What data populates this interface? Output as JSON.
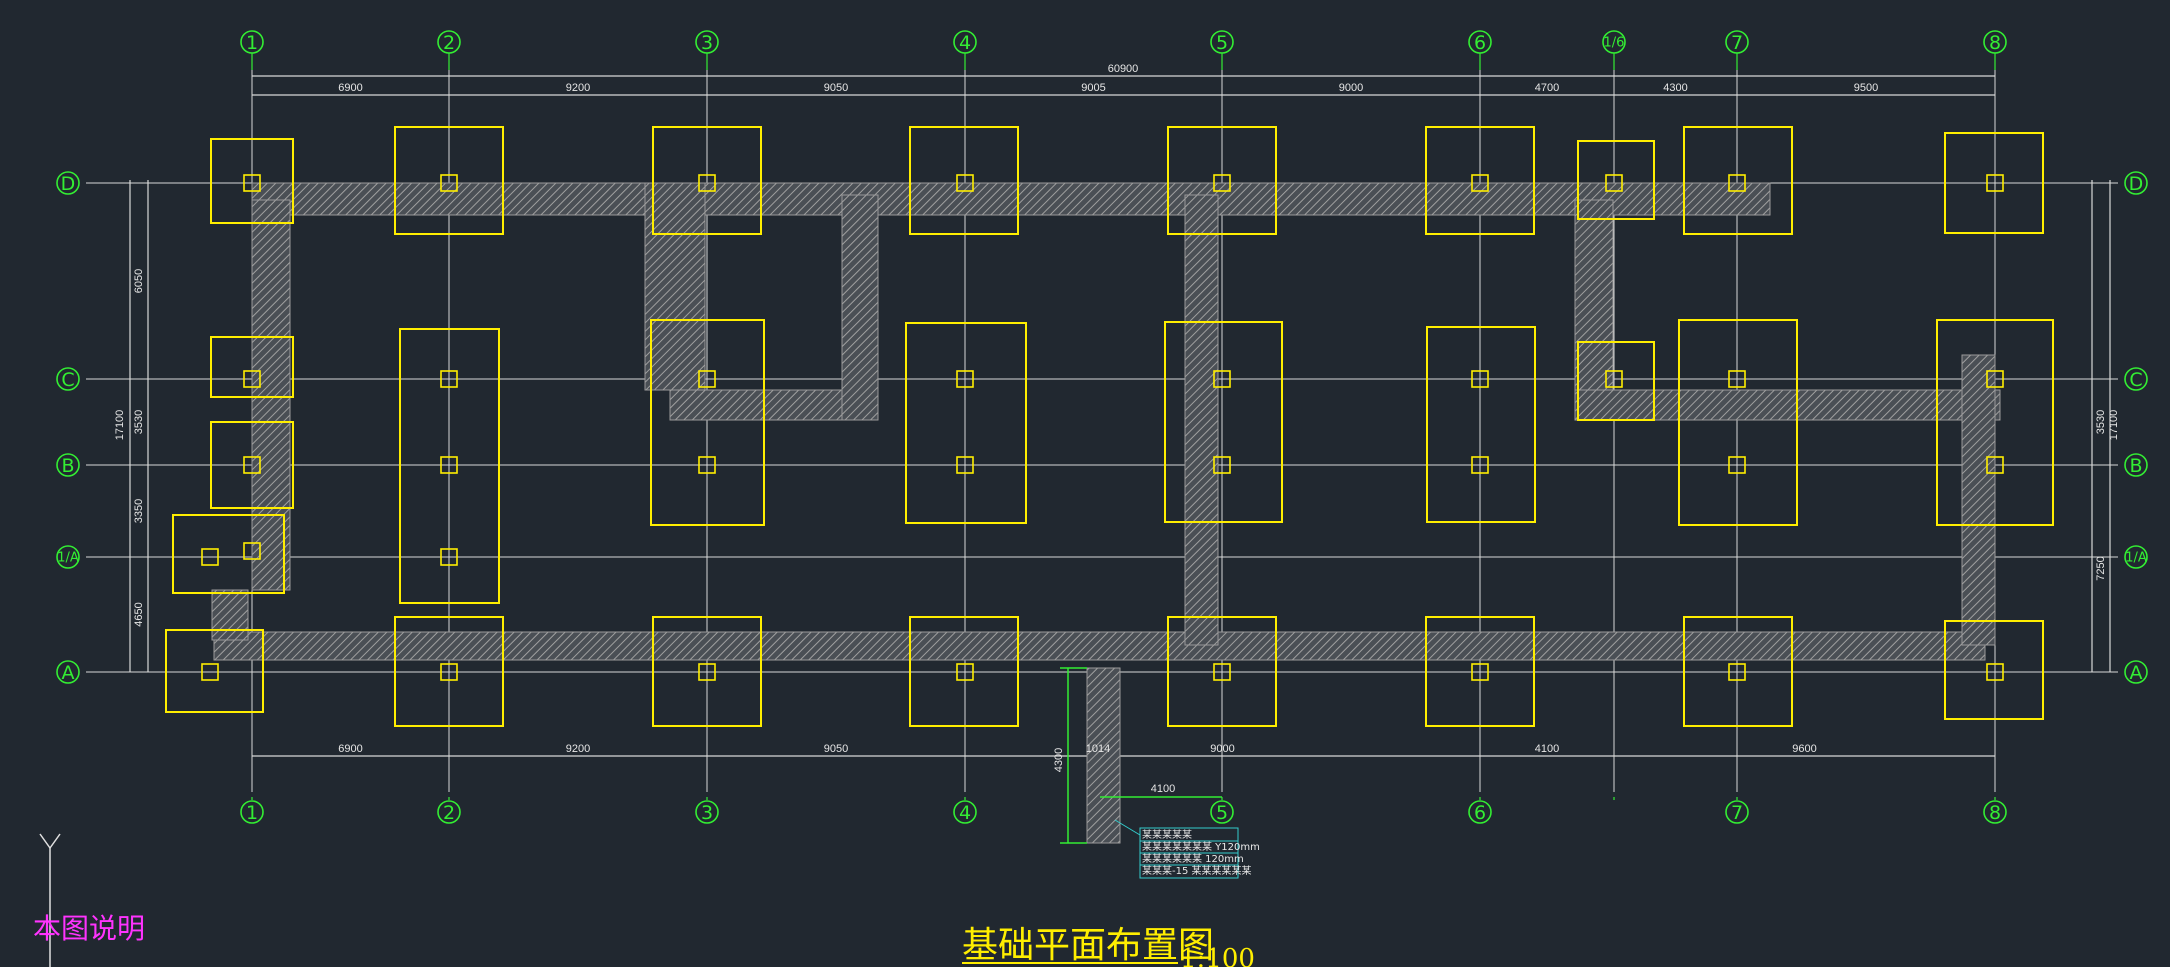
{
  "drawing": {
    "title": "基础平面布置图",
    "scale": "1:100",
    "notes_heading": "本图说明"
  },
  "axes": {
    "vertical": [
      "1",
      "2",
      "3",
      "4",
      "5",
      "6",
      "1/6",
      "7",
      "8"
    ],
    "horizontal": [
      "D",
      "C",
      "B",
      "1/A",
      "A"
    ]
  },
  "dimensions": {
    "overall": "60900",
    "top_spans": [
      "6900",
      "9200",
      "9050",
      "9005",
      "9000",
      "4700",
      "4300",
      "9500"
    ],
    "bottom_spans": [
      "6900",
      "9200",
      "9050",
      "9000",
      "4100",
      "9600"
    ],
    "left_overall": "17100",
    "right_overall": "17100",
    "left_segments": [
      "6050",
      "3530",
      "3350",
      "4650"
    ],
    "right_segments": [
      "3530",
      "7250"
    ],
    "trench_depth": "4300",
    "trench_offset": "4100",
    "trench_width": "1014"
  },
  "legend": {
    "lines": [
      "某某某某某",
      "某某某某某某某 Y120mm",
      "某某某某某某 120mm",
      "某某某-15 某某某某某某"
    ]
  },
  "colors": {
    "background": "#212830",
    "grid": "#d8d8d8",
    "footing": "#ffee00",
    "axis_bubble": "#33ee33",
    "hatch": "#8a8a8a",
    "note": "#ff33ff",
    "legend": "#33cccc"
  }
}
